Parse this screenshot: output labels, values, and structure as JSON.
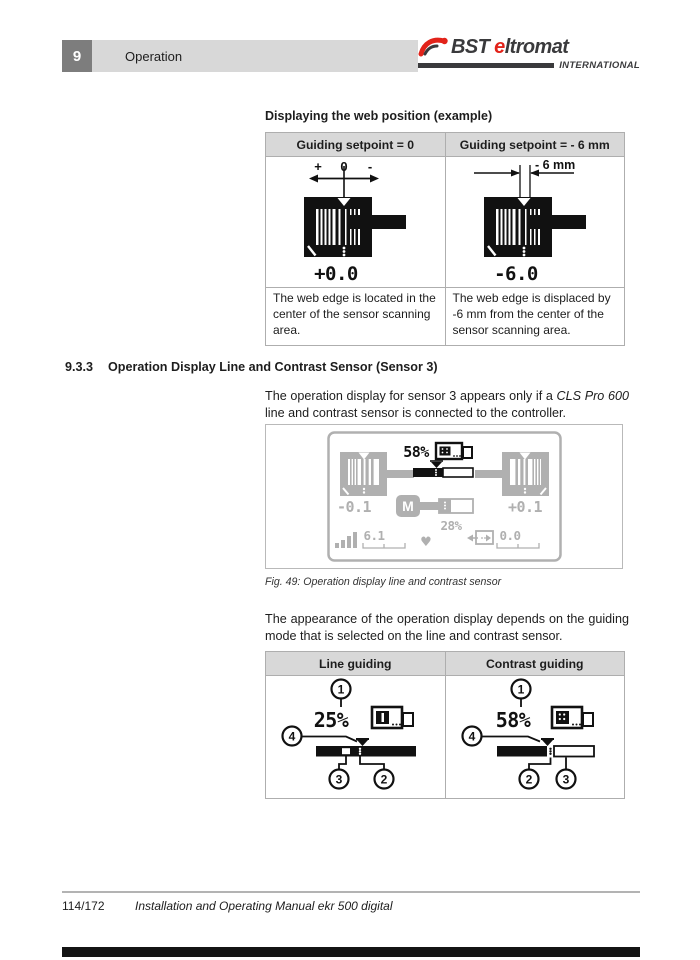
{
  "colors": {
    "header_bar": "#d8d8d8",
    "chapter_box": "#7d7d7d",
    "logo_red": "#e2231a",
    "logo_dark": "#3a3a3c",
    "table_header_bg": "#d8d8d8",
    "display_gray": "#b0b0b0",
    "ink": "#111111"
  },
  "header": {
    "chapter_number": "9",
    "chapter_title": "Operation",
    "logo": {
      "bst": "BST",
      "eltromat_first": "e",
      "eltromat_rest": "ltromat",
      "subtitle": "INTERNATIONAL"
    }
  },
  "web_position": {
    "heading": "Displaying the web position (example)",
    "columns": [
      {
        "header": "Guiding setpoint = 0",
        "scale": {
          "plus": "+",
          "zero": "0",
          "minus": "-"
        },
        "value": "+0.0",
        "description": "The web edge is located in the center of the sensor scanning area."
      },
      {
        "header": "Guiding setpoint = - 6 mm",
        "dim_label": "- 6 mm",
        "value": "-6.0",
        "description": "The web edge is displaced by -6 mm from the center of the sensor scanning area."
      }
    ]
  },
  "section": {
    "number": "9.3.3",
    "title": "Operation Display Line and Contrast Sensor (Sensor 3)",
    "intro_pre": "The operation display for sensor 3 appears only if a ",
    "intro_em": "CLS Pro 600",
    "intro_post": " line and contrast sensor is connected to the controller."
  },
  "figure": {
    "caption": "Fig. 49: Operation display line and contrast sensor",
    "display": {
      "contrast_value": "58%",
      "left_offset": "-0.1",
      "right_offset": "+0.1",
      "motor_label": "M",
      "motor_percent": "28%",
      "signal_value": "6.1",
      "position_value": "0.0"
    }
  },
  "appearance_para": "The appearance of the operation display depends on the guiding mode that is selected on the line and contrast sensor.",
  "guiding_table": {
    "columns": [
      {
        "header": "Line guiding",
        "value": "25%"
      },
      {
        "header": "Contrast guiding",
        "value": "58%"
      }
    ],
    "callouts": {
      "c1": "1",
      "c2": "2",
      "c3": "3",
      "c4": "4"
    }
  },
  "icons": {
    "heart": "♥"
  },
  "footer": {
    "page": "114/172",
    "doc_title": "Installation and Operating Manual ekr 500 digital"
  }
}
